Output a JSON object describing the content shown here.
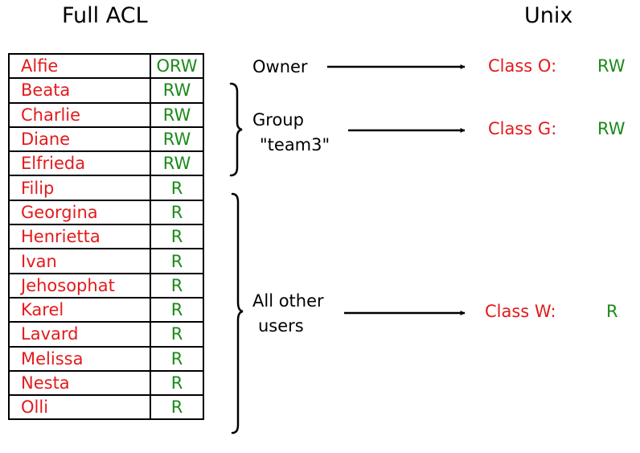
{
  "titles": {
    "left": "Full ACL",
    "right": "Unix"
  },
  "acl": [
    {
      "name": "Alfie",
      "perm": "ORW"
    },
    {
      "name": "Beata",
      "perm": "RW"
    },
    {
      "name": "Charlie",
      "perm": "RW"
    },
    {
      "name": "Diane",
      "perm": "RW"
    },
    {
      "name": "Elfrieda",
      "perm": "RW"
    },
    {
      "name": "Filip",
      "perm": "R"
    },
    {
      "name": "Georgina",
      "perm": "R"
    },
    {
      "name": "Henrietta",
      "perm": "R"
    },
    {
      "name": "Ivan",
      "perm": "R"
    },
    {
      "name": "Jehosophat",
      "perm": "R"
    },
    {
      "name": "Karel",
      "perm": "R"
    },
    {
      "name": "Lavard",
      "perm": "R"
    },
    {
      "name": "Melissa",
      "perm": "R"
    },
    {
      "name": "Nesta",
      "perm": "R"
    },
    {
      "name": "Olli",
      "perm": "R"
    }
  ],
  "groups": {
    "owner": "Owner",
    "group_line1": "Group",
    "group_line2": "\"team3\"",
    "others_line1": "All other",
    "others_line2": "users"
  },
  "classes": {
    "o_label": "Class O:",
    "o_perm": "RW",
    "g_label": "Class G:",
    "g_perm": "RW",
    "w_label": "Class W:",
    "w_perm": "R"
  },
  "colors": {
    "name": "#e31a1c",
    "perm": "#1b8a1b",
    "text": "#000000"
  }
}
